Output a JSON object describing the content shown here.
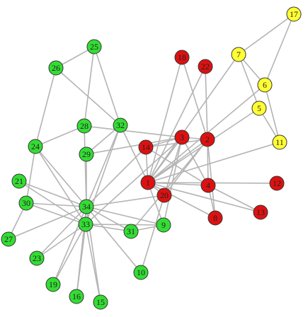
{
  "colors": {
    "green": "#33dd33",
    "red": "#dd1111",
    "yellow": "#ffff33",
    "edge": "#b4b4b4"
  },
  "nodes": [
    {
      "id": "17",
      "group": "yellow"
    },
    {
      "id": "7",
      "group": "yellow"
    },
    {
      "id": "6",
      "group": "yellow"
    },
    {
      "id": "5",
      "group": "yellow"
    },
    {
      "id": "11",
      "group": "yellow"
    },
    {
      "id": "18",
      "group": "red"
    },
    {
      "id": "22",
      "group": "red"
    },
    {
      "id": "3",
      "group": "red"
    },
    {
      "id": "2",
      "group": "red"
    },
    {
      "id": "14",
      "group": "red"
    },
    {
      "id": "1",
      "group": "red"
    },
    {
      "id": "4",
      "group": "red"
    },
    {
      "id": "20",
      "group": "red"
    },
    {
      "id": "8",
      "group": "red"
    },
    {
      "id": "12",
      "group": "red"
    },
    {
      "id": "13",
      "group": "red"
    },
    {
      "id": "25",
      "group": "green"
    },
    {
      "id": "26",
      "group": "green"
    },
    {
      "id": "28",
      "group": "green"
    },
    {
      "id": "32",
      "group": "green"
    },
    {
      "id": "24",
      "group": "green"
    },
    {
      "id": "29",
      "group": "green"
    },
    {
      "id": "21",
      "group": "green"
    },
    {
      "id": "30",
      "group": "green"
    },
    {
      "id": "34",
      "group": "green"
    },
    {
      "id": "33",
      "group": "green"
    },
    {
      "id": "27",
      "group": "green"
    },
    {
      "id": "31",
      "group": "green"
    },
    {
      "id": "9",
      "group": "green"
    },
    {
      "id": "23",
      "group": "green"
    },
    {
      "id": "10",
      "group": "green"
    },
    {
      "id": "19",
      "group": "green"
    },
    {
      "id": "16",
      "group": "green"
    },
    {
      "id": "15",
      "group": "green"
    }
  ],
  "edges": [
    [
      "17",
      "7"
    ],
    [
      "17",
      "6"
    ],
    [
      "7",
      "6"
    ],
    [
      "7",
      "5"
    ],
    [
      "7",
      "1"
    ],
    [
      "6",
      "11"
    ],
    [
      "6",
      "1"
    ],
    [
      "5",
      "11"
    ],
    [
      "5",
      "1"
    ],
    [
      "11",
      "1"
    ],
    [
      "18",
      "2"
    ],
    [
      "18",
      "1"
    ],
    [
      "22",
      "2"
    ],
    [
      "22",
      "1"
    ],
    [
      "2",
      "1"
    ],
    [
      "3",
      "1"
    ],
    [
      "3",
      "2"
    ],
    [
      "14",
      "1"
    ],
    [
      "14",
      "2"
    ],
    [
      "14",
      "3"
    ],
    [
      "4",
      "1"
    ],
    [
      "4",
      "2"
    ],
    [
      "4",
      "3"
    ],
    [
      "4",
      "14"
    ],
    [
      "8",
      "1"
    ],
    [
      "8",
      "2"
    ],
    [
      "8",
      "4"
    ],
    [
      "12",
      "1"
    ],
    [
      "13",
      "1"
    ],
    [
      "13",
      "4"
    ],
    [
      "20",
      "1"
    ],
    [
      "20",
      "2"
    ],
    [
      "9",
      "1"
    ],
    [
      "9",
      "3"
    ],
    [
      "9",
      "33"
    ],
    [
      "9",
      "34"
    ],
    [
      "9",
      "31"
    ],
    [
      "31",
      "2"
    ],
    [
      "31",
      "33"
    ],
    [
      "31",
      "34"
    ],
    [
      "10",
      "3"
    ],
    [
      "10",
      "34"
    ],
    [
      "32",
      "1"
    ],
    [
      "32",
      "25"
    ],
    [
      "32",
      "26"
    ],
    [
      "32",
      "29"
    ],
    [
      "32",
      "33"
    ],
    [
      "32",
      "34"
    ],
    [
      "28",
      "3"
    ],
    [
      "28",
      "24"
    ],
    [
      "28",
      "25"
    ],
    [
      "28",
      "34"
    ],
    [
      "29",
      "3"
    ],
    [
      "29",
      "34"
    ],
    [
      "14",
      "34"
    ],
    [
      "20",
      "34"
    ],
    [
      "3",
      "33"
    ],
    [
      "25",
      "26"
    ],
    [
      "24",
      "26"
    ],
    [
      "24",
      "30"
    ],
    [
      "24",
      "33"
    ],
    [
      "24",
      "34"
    ],
    [
      "30",
      "27"
    ],
    [
      "30",
      "33"
    ],
    [
      "30",
      "34"
    ],
    [
      "27",
      "34"
    ],
    [
      "21",
      "33"
    ],
    [
      "21",
      "34"
    ],
    [
      "23",
      "33"
    ],
    [
      "23",
      "34"
    ],
    [
      "19",
      "33"
    ],
    [
      "19",
      "34"
    ],
    [
      "16",
      "33"
    ],
    [
      "16",
      "34"
    ],
    [
      "15",
      "33"
    ],
    [
      "15",
      "34"
    ],
    [
      "33",
      "34"
    ]
  ]
}
